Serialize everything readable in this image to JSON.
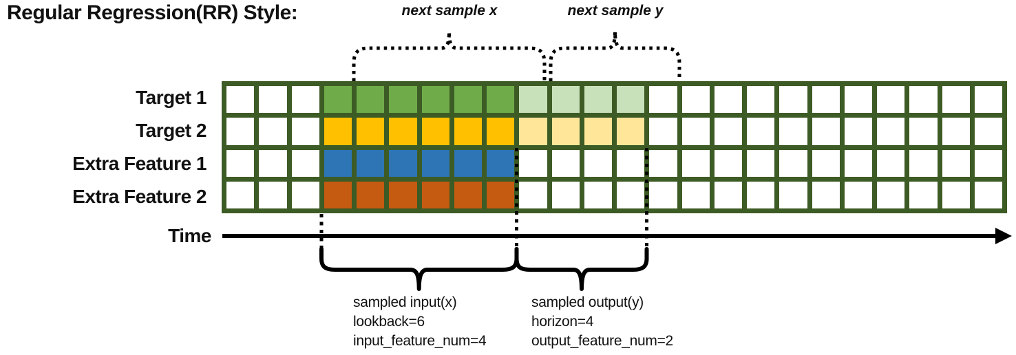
{
  "title": "Regular Regression(RR) Style:",
  "colors": {
    "grid_border": "#3D5B25",
    "green": "#6FAC49",
    "light_green": "#C9E1BA",
    "yellow": "#FFC000",
    "light_yellow": "#FFE699",
    "blue": "#2E75B6",
    "orange": "#C55A11",
    "white": "#FFFFFF",
    "annotation_black": "#000000"
  },
  "annotations": {
    "next_sample_x": "next sample x",
    "next_sample_y": "next sample y",
    "time_label": "Time",
    "sampled_input": {
      "lines": [
        "sampled input(x)",
        "lookback=6",
        "input_feature_num=4"
      ]
    },
    "sampled_output": {
      "lines": [
        "sampled output(y)",
        "horizon=4",
        "output_feature_num=2"
      ]
    }
  },
  "grid": {
    "columns": 24,
    "rows": [
      {
        "label": "Target 1",
        "segments": [
          {
            "count": 3,
            "color": "white"
          },
          {
            "count": 6,
            "color": "green"
          },
          {
            "count": 4,
            "color": "light_green"
          },
          {
            "count": 11,
            "color": "white"
          }
        ]
      },
      {
        "label": "Target 2",
        "segments": [
          {
            "count": 3,
            "color": "white"
          },
          {
            "count": 6,
            "color": "yellow"
          },
          {
            "count": 4,
            "color": "light_yellow"
          },
          {
            "count": 11,
            "color": "white"
          }
        ]
      },
      {
        "label": "Extra Feature 1",
        "segments": [
          {
            "count": 3,
            "color": "white"
          },
          {
            "count": 6,
            "color": "blue"
          },
          {
            "count": 15,
            "color": "white"
          }
        ]
      },
      {
        "label": "Extra Feature 2",
        "segments": [
          {
            "count": 3,
            "color": "white"
          },
          {
            "count": 6,
            "color": "orange"
          },
          {
            "count": 15,
            "color": "white"
          }
        ]
      }
    ]
  }
}
